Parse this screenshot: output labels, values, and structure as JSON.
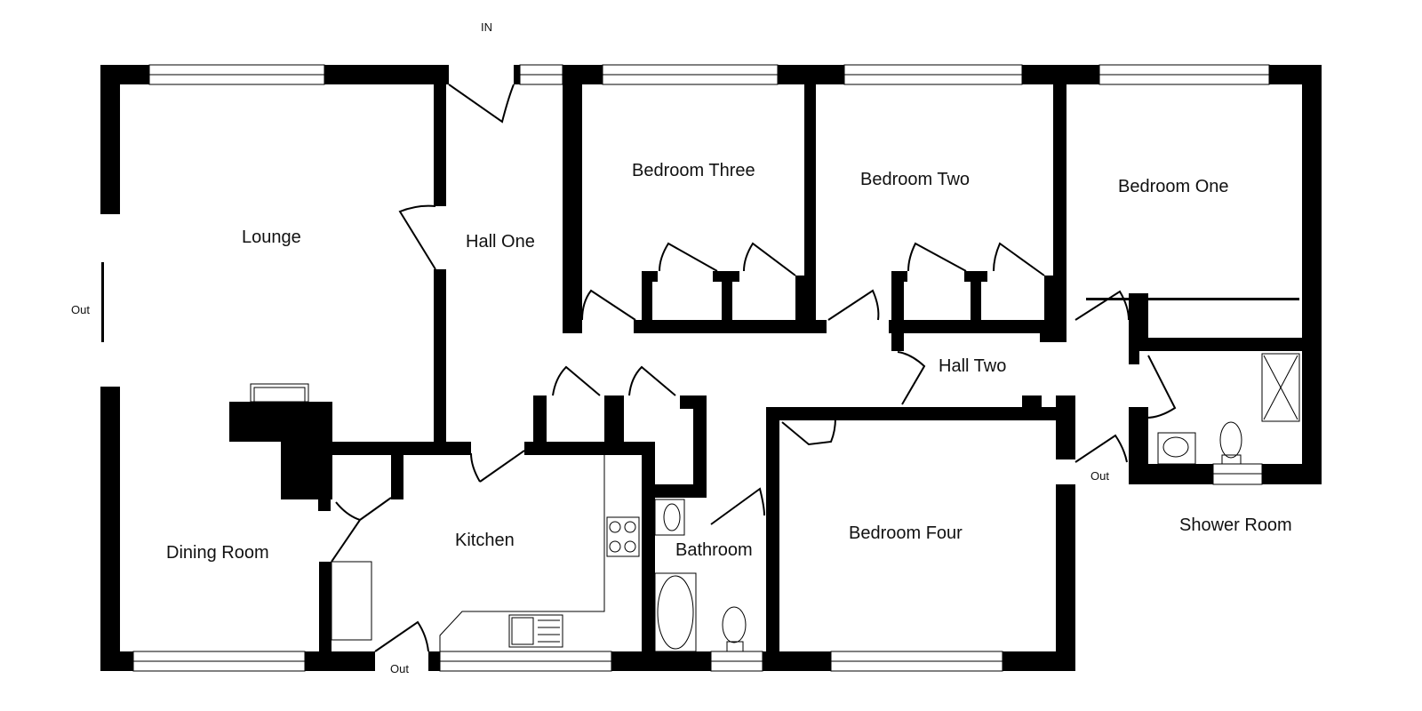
{
  "rooms": {
    "lounge": "Lounge",
    "hall_one": "Hall One",
    "bedroom_three": "Bedroom Three",
    "bedroom_two": "Bedroom Two",
    "bedroom_one": "Bedroom One",
    "hall_two": "Hall Two",
    "dining_room": "Dining Room",
    "kitchen": "Kitchen",
    "bathroom": "Bathroom",
    "bedroom_four": "Bedroom Four",
    "shower_room": "Shower Room"
  },
  "markers": {
    "entrance": "IN",
    "exit_west": "Out",
    "exit_south": "Out",
    "exit_east": "Out"
  },
  "colors": {
    "wall": "#000000",
    "background": "#ffffff"
  }
}
